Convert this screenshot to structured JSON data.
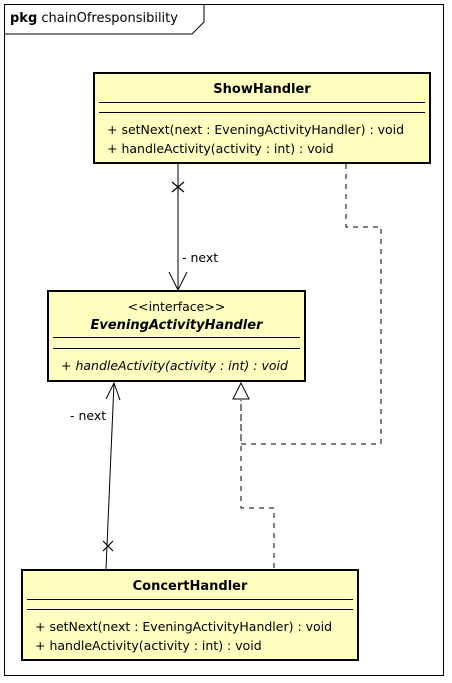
{
  "package": {
    "keyword": "pkg",
    "name": "chainOfresponsibility"
  },
  "classes": {
    "show_handler": {
      "name": "ShowHandler",
      "operations": [
        "+ setNext(next : EveningActivityHandler) : void",
        "+ handleActivity(activity : int) : void"
      ]
    },
    "evening_handler": {
      "stereotype": "<<interface>>",
      "name": "EveningActivityHandler",
      "operations": [
        "+ handleActivity(activity : int) : void"
      ]
    },
    "concert_handler": {
      "name": "ConcertHandler",
      "operations": [
        "+ setNext(next : EveningActivityHandler) : void",
        "+ handleActivity(activity : int) : void"
      ]
    }
  },
  "relations": {
    "show_next_role": "- next",
    "concert_next_role": "- next"
  }
}
